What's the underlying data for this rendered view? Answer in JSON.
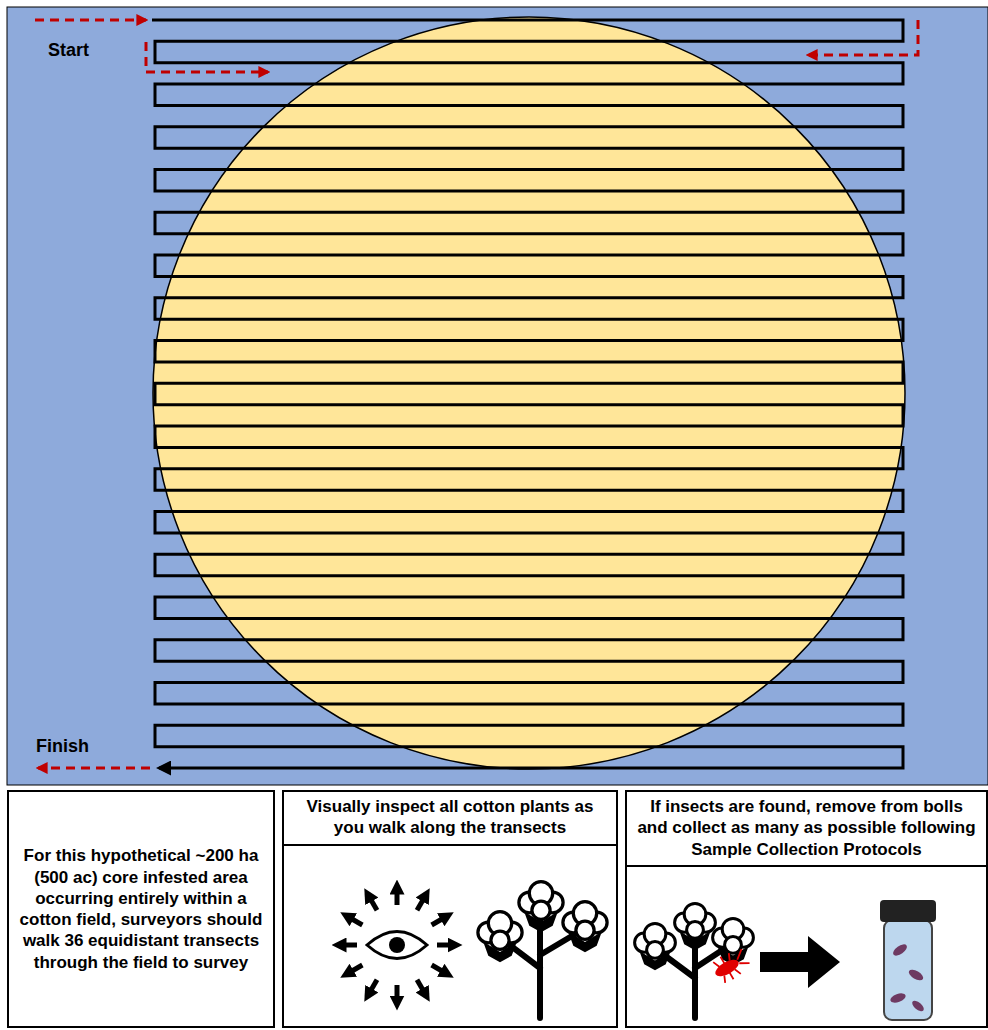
{
  "diagram": {
    "nodes": [
      {
        "text": [
          "For this hypothetical ~200 ha (500 ac) core infested area occurring entirely within a cotton field, surveyors should walk 36 equidistant transects through the field to survey"
        ]
      },
      {
        "text": [
          "Visually inspect all cotton plants as you walk along the transects"
        ]
      },
      {
        "text": [
          "If insects are found, remove from bolls and collect as many as possible following Sample Collection Protocols"
        ]
      }
    ],
    "labels": [
      "Start",
      "Finish"
    ]
  }
}
